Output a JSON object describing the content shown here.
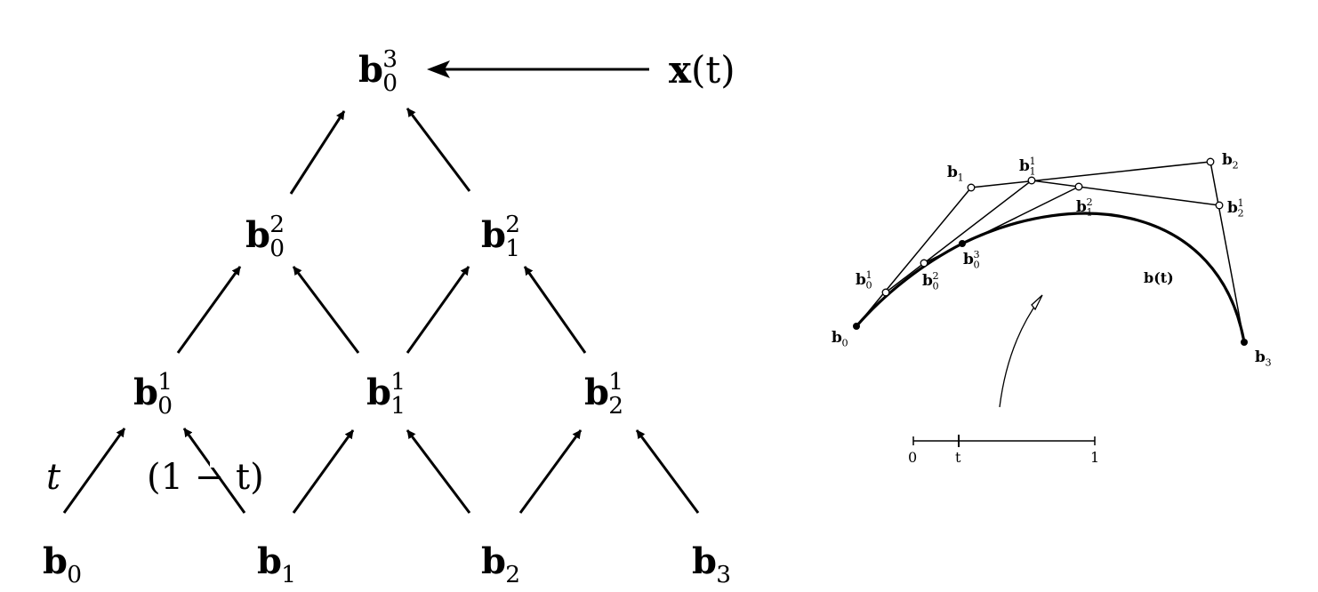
{
  "left_diagram": {
    "output_label_base": "x",
    "output_label_arg": "(t)",
    "weight_t": "t",
    "weight_one_minus_t": "(1 − t)",
    "nodes": [
      {
        "id": "b03",
        "base": "b",
        "sub": "0",
        "sup": "3"
      },
      {
        "id": "b02",
        "base": "b",
        "sub": "0",
        "sup": "2"
      },
      {
        "id": "b12",
        "base": "b",
        "sub": "1",
        "sup": "2"
      },
      {
        "id": "b01",
        "base": "b",
        "sub": "0",
        "sup": "1"
      },
      {
        "id": "b11",
        "base": "b",
        "sub": "1",
        "sup": "1"
      },
      {
        "id": "b21",
        "base": "b",
        "sub": "2",
        "sup": "1"
      },
      {
        "id": "b0",
        "base": "b",
        "sub": "0",
        "sup": ""
      },
      {
        "id": "b1",
        "base": "b",
        "sub": "1",
        "sup": ""
      },
      {
        "id": "b2",
        "base": "b",
        "sub": "2",
        "sup": ""
      },
      {
        "id": "b3",
        "base": "b",
        "sub": "3",
        "sup": ""
      }
    ]
  },
  "right_diagram": {
    "curve_label": "b(t)",
    "axis": {
      "start": "0",
      "param": "t",
      "end": "1"
    },
    "nodes": [
      {
        "id": "b0",
        "base": "b",
        "sub": "0",
        "sup": ""
      },
      {
        "id": "b1",
        "base": "b",
        "sub": "1",
        "sup": ""
      },
      {
        "id": "b2",
        "base": "b",
        "sub": "2",
        "sup": ""
      },
      {
        "id": "b3",
        "base": "b",
        "sub": "3",
        "sup": ""
      },
      {
        "id": "b01",
        "base": "b",
        "sub": "0",
        "sup": "1"
      },
      {
        "id": "b11",
        "base": "b",
        "sub": "1",
        "sup": "1"
      },
      {
        "id": "b21",
        "base": "b",
        "sub": "2",
        "sup": "1"
      },
      {
        "id": "b02",
        "base": "b",
        "sub": "0",
        "sup": "2"
      },
      {
        "id": "b12",
        "base": "b",
        "sub": "1",
        "sup": "2"
      },
      {
        "id": "b03",
        "base": "b",
        "sub": "0",
        "sup": "3"
      }
    ]
  }
}
